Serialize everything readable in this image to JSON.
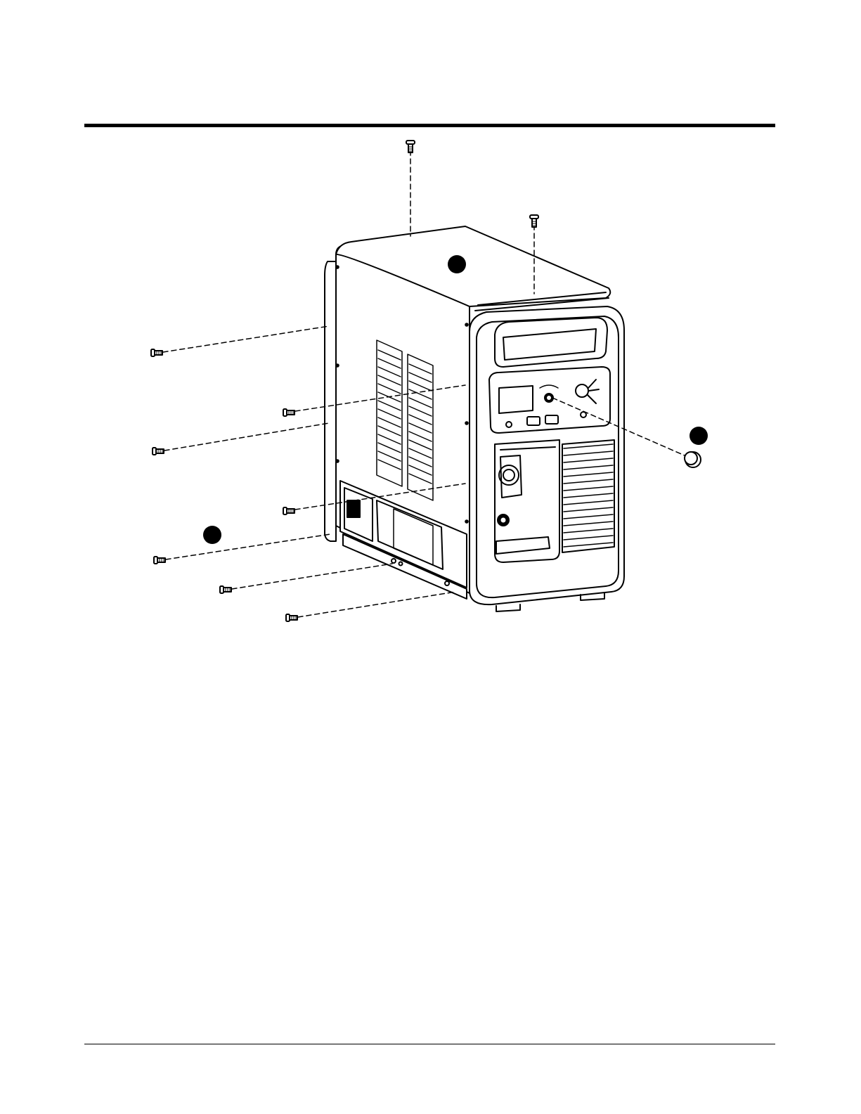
{
  "figure": {
    "callouts": [
      {
        "id": "top-cover",
        "label": ""
      },
      {
        "id": "knob-cap",
        "label": ""
      },
      {
        "id": "side-panel",
        "label": ""
      }
    ],
    "line_color": "#000000",
    "background": "#ffffff"
  }
}
